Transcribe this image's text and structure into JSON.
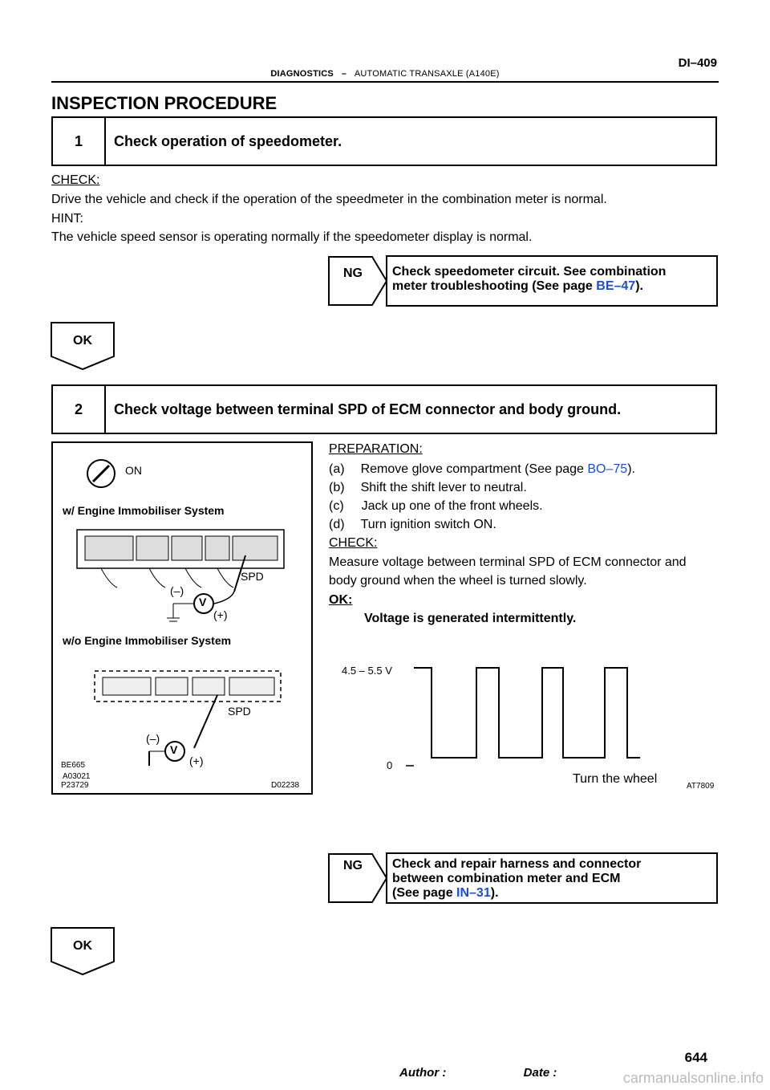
{
  "header": {
    "page_code": "DI–409",
    "section": "DIAGNOSTICS",
    "separator": "–",
    "subsection": "AUTOMATIC TRANSAXLE (A140E)"
  },
  "title": "INSPECTION PROCEDURE",
  "step1": {
    "number": "1",
    "text": "Check operation of speedometer.",
    "check_label": "CHECK:",
    "check_text": "Drive the vehicle and check if the operation of the speedmeter in the combination meter is normal.",
    "hint_label": "HINT:",
    "hint_text": "The vehicle speed sensor is operating normally if the speedometer display is normal.",
    "ng_label": "NG",
    "ng_text_1": "Check speedometer circuit. See combination",
    "ng_text_2a": "meter troubleshooting (See page ",
    "ng_link": "BE–47",
    "ng_text_2b": ").",
    "ok_label": "OK"
  },
  "step2": {
    "number": "2",
    "text": "Check voltage between terminal SPD of ECM connector and body ground.",
    "preparation_label": "PREPARATION:",
    "prep_items": [
      {
        "letter": "(a)",
        "text": "Remove glove compartment (See page ",
        "link": "BO–75",
        "tail": ")."
      },
      {
        "letter": "(b)",
        "text": "Shift the shift lever to neutral."
      },
      {
        "letter": "(c)",
        "text": "Jack up one of the front wheels."
      },
      {
        "letter": "(d)",
        "text": "Turn ignition switch ON."
      }
    ],
    "check_label": "CHECK:",
    "check_text_1": "Measure voltage between terminal SPD of ECM connector and",
    "check_text_2": "body ground when the wheel is turned slowly.",
    "ok_label": "OK:",
    "ok_text": "Voltage is generated intermittently.",
    "ng_label": "NG",
    "ng_text_1": "Check and repair harness and connector",
    "ng_text_2": "between combination meter and ECM",
    "ng_text_3a": "(See page ",
    "ng_link": "IN–31",
    "ng_text_3b": ").",
    "ok_arrow_label": "OK"
  },
  "figure": {
    "ignition_label": "ON",
    "with_label": "w/ Engine Immobiliser System",
    "without_label": "w/o Engine Immobiliser System",
    "spd_label": "SPD",
    "minus_label": "(–)",
    "plus_label": "(+)",
    "meter_symbol": "V",
    "ref1": "BE665",
    "ref2": "A03021",
    "ref3": "P23729",
    "fig_code": "D02238"
  },
  "waveform": {
    "high_label": "4.5 – 5.5 V",
    "low_label": "0",
    "x_caption": "Turn the wheel",
    "fig_code": "AT7809"
  },
  "footer": {
    "page_number": "644",
    "author_label": "Author :",
    "date_label": "Date :",
    "watermark": "carmanualsonline.info"
  }
}
